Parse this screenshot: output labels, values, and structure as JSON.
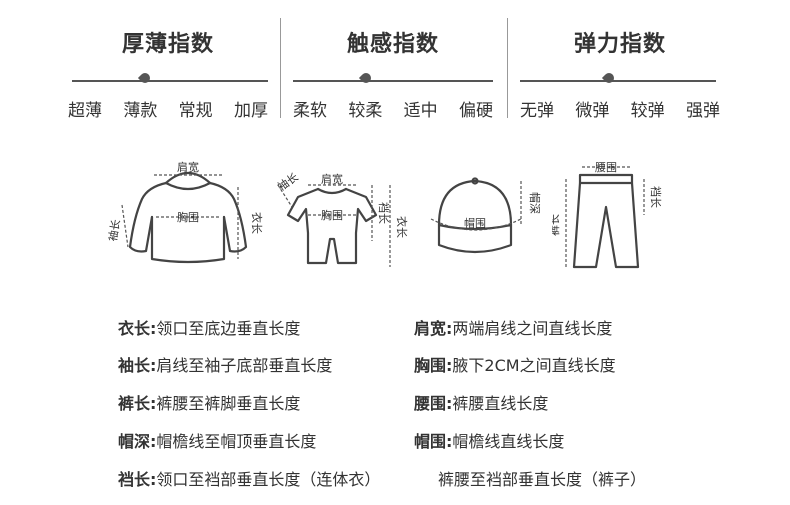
{
  "indices": [
    {
      "title": "厚薄指数",
      "levels": [
        "超薄",
        "薄款",
        "常规",
        "加厚"
      ]
    },
    {
      "title": "触感指数",
      "levels": [
        "柔软",
        "较柔",
        "适中",
        "偏硬"
      ]
    },
    {
      "title": "弹力指数",
      "levels": [
        "无弹",
        "微弹",
        "较弹",
        "强弹"
      ]
    }
  ],
  "diagram_labels": {
    "shoulder": "肩宽",
    "chest": "胸围",
    "sleeve": "袖长",
    "length": "衣长",
    "hat_depth": "帽深",
    "hat_circ": "帽围",
    "waist": "腰围",
    "crotch": "裆长",
    "pants_length": "裤长"
  },
  "definitions": [
    {
      "key": "衣长:",
      "value": "领口至底边垂直长度"
    },
    {
      "key": "肩宽:",
      "value": "两端肩线之间直线长度"
    },
    {
      "key": "袖长:",
      "value": "肩线至袖子底部垂直长度"
    },
    {
      "key": "胸围:",
      "value": "腋下2CM之间直线长度"
    },
    {
      "key": "裤长:",
      "value": "裤腰至裤脚垂直长度"
    },
    {
      "key": "腰围:",
      "value": "裤腰直线长度"
    },
    {
      "key": "帽深:",
      "value": "帽檐线至帽顶垂直长度"
    },
    {
      "key": "帽围:",
      "value": "帽檐线直线长度"
    },
    {
      "key": "裆长:",
      "value": "领口至裆部垂直长度（连体衣）"
    },
    {
      "key": "",
      "value": "裤腰至裆部垂直长度（裤子）"
    }
  ]
}
